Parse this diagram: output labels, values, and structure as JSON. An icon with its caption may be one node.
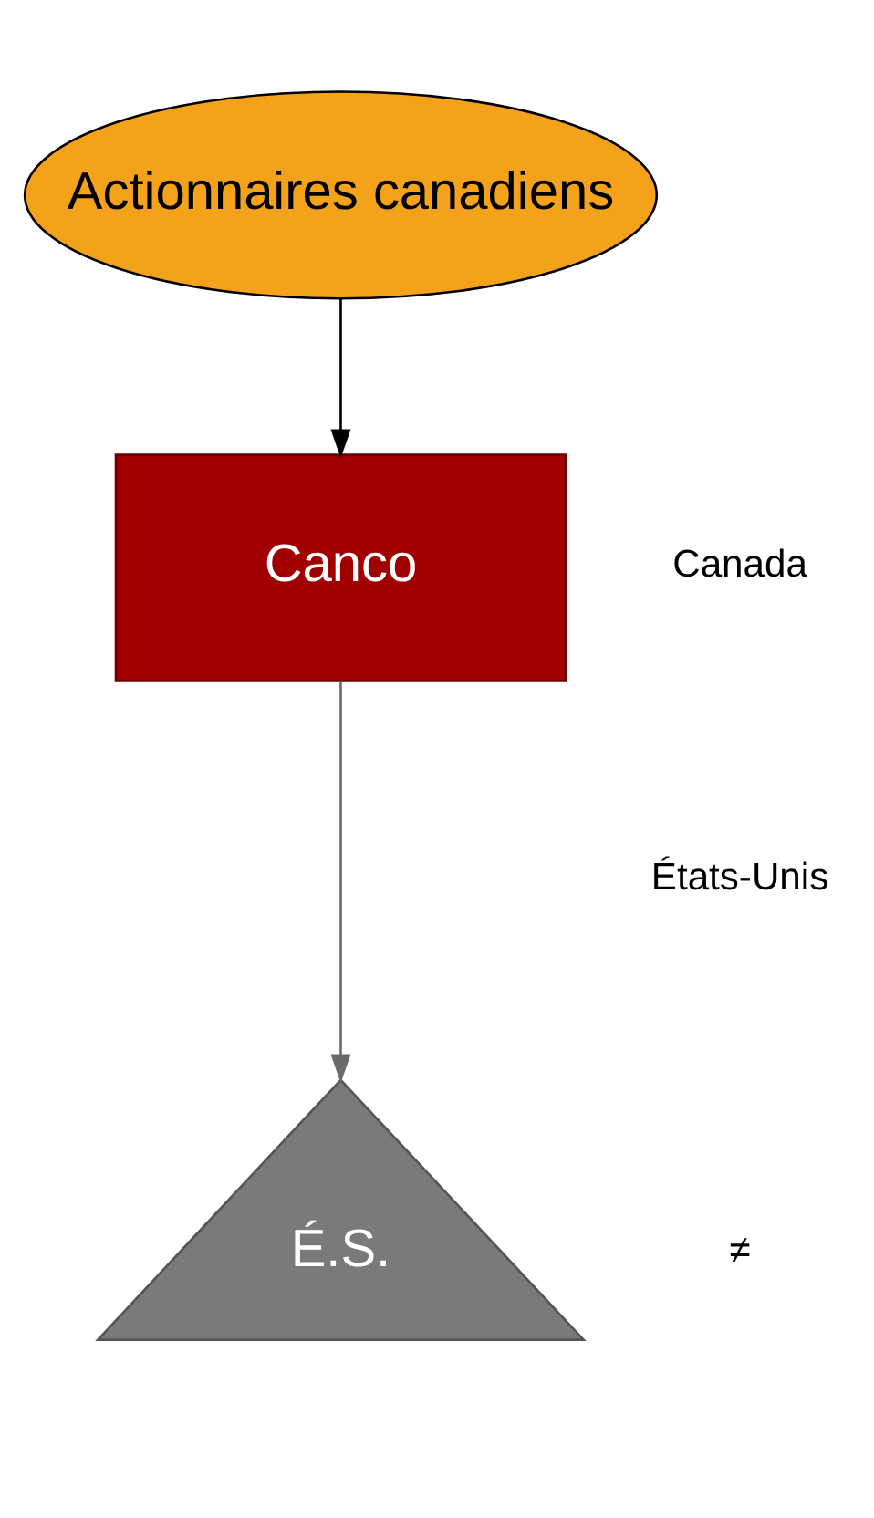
{
  "diagram": {
    "nodes": [
      {
        "text": [
          "Actionnaires canadiens"
        ]
      },
      {
        "text": [
          "Canco"
        ]
      },
      {
        "text": [
          "É.S."
        ]
      }
    ],
    "edges": [
      {
        "from": 0,
        "to": 1,
        "arrow": "to"
      },
      {
        "from": 1,
        "to": 2,
        "arrow": "to",
        "color": "#6b6b6b"
      }
    ],
    "labels": [
      "Canada",
      "États-Unis",
      "≠"
    ]
  }
}
